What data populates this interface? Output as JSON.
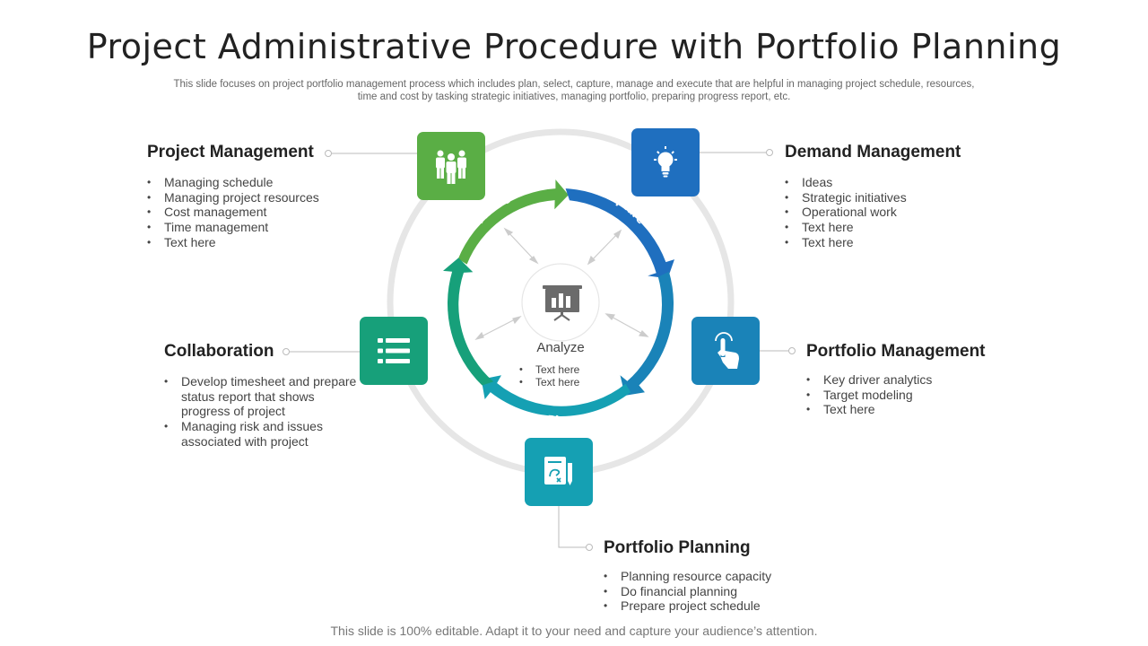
{
  "title": "Project Administrative Procedure with Portfolio Planning",
  "subtitle": "This slide focuses on project portfolio management process which includes plan, select, capture, manage and execute that are helpful in managing project schedule, resources, time and cost by tasking strategic initiatives, managing portfolio, preparing progress report, etc.",
  "footer": "This slide is 100% editable. Adapt it to your need and capture your audience’s attention.",
  "center": {
    "label": "Analyze",
    "items": [
      "Text here",
      "Text here"
    ]
  },
  "cycle_labels": {
    "manage": "Manage",
    "capture": "Capture",
    "select": "Select",
    "plan": "Plan",
    "execute": "Execute"
  },
  "sections": {
    "project_management": {
      "title": "Project Management",
      "items": [
        "Managing schedule",
        "Managing project resources",
        "Cost management",
        "Time management",
        "Text here"
      ]
    },
    "demand_management": {
      "title": "Demand Management",
      "items": [
        "Ideas",
        "Strategic initiatives",
        "Operational work",
        "Text here",
        "Text here"
      ]
    },
    "collaboration": {
      "title": "Collaboration",
      "items": [
        "Develop timesheet and prepare status report that shows progress of project",
        "Managing risk and issues associated with project"
      ]
    },
    "portfolio_management": {
      "title": "Portfolio Management",
      "items": [
        "Key driver analytics",
        "Target modeling",
        "Text here"
      ]
    },
    "portfolio_planning": {
      "title": "Portfolio Planning",
      "items": [
        "Planning resource capacity",
        "Do financial planning",
        "Prepare project schedule"
      ]
    }
  },
  "colors": {
    "manage": "#5aae45",
    "capture": "#1f6fbf",
    "select": "#1a83b8",
    "plan": "#15a0b3",
    "execute": "#17a07a",
    "ring": "#e6e6e6",
    "icon_gray": "#6b6b6b"
  },
  "icons": {
    "project_management": "team-icon",
    "demand_management": "lightbulb-icon",
    "collaboration": "list-icon",
    "portfolio_management": "tap-icon",
    "portfolio_planning": "planning-document-icon",
    "center": "presentation-chart-icon"
  }
}
